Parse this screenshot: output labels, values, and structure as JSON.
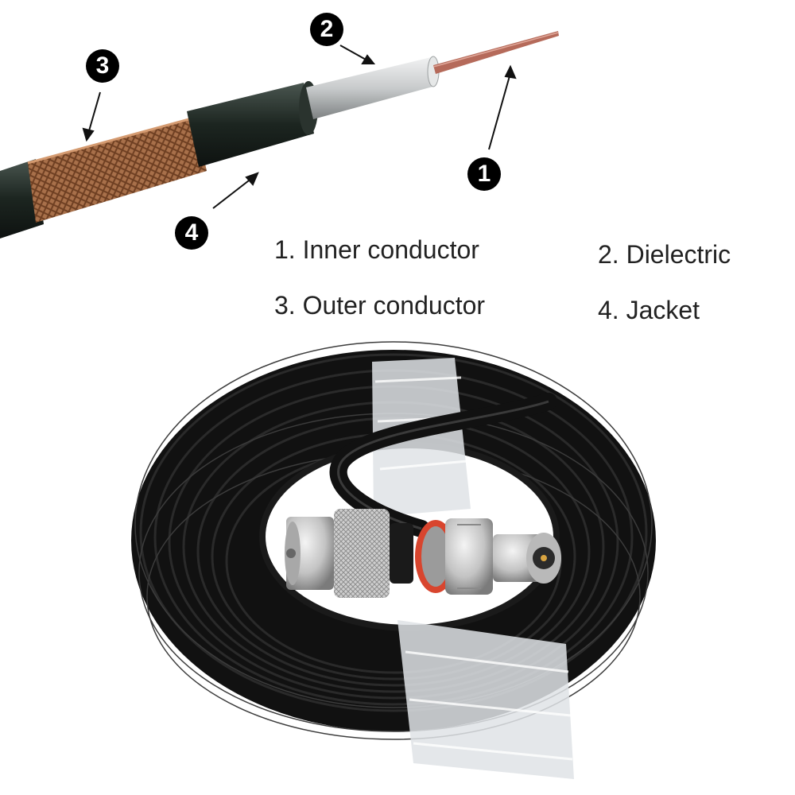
{
  "callouts": [
    {
      "number": "1",
      "part": "inner-conductor"
    },
    {
      "number": "2",
      "part": "dielectric"
    },
    {
      "number": "3",
      "part": "outer-conductor"
    },
    {
      "number": "4",
      "part": "jacket"
    }
  ],
  "legend": {
    "item1": "1. Inner conductor",
    "item2": "2. Dielectric",
    "item3": "3. Outer conductor",
    "item4": "4. Jacket"
  },
  "colors": {
    "jacket": "#1c2520",
    "braid": "#a8704a",
    "dielectric": "#c8cbcc",
    "inner_conductor": "#b56a5a",
    "coil": "#151515",
    "tape": "#dfe3e6",
    "connector": "#c9c9c9",
    "gasket": "#d8452e"
  }
}
